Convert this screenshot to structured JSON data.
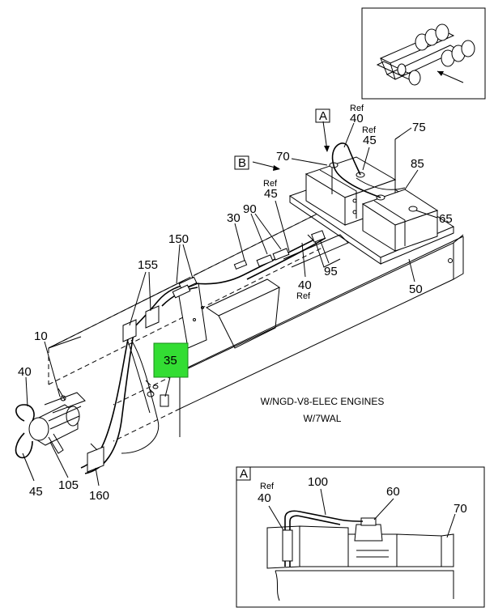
{
  "callouts": {
    "c75": "75",
    "c70": "70",
    "c85": "85",
    "c65": "65",
    "c50": "50",
    "c95": "95",
    "c90": "90",
    "c30": "30",
    "c150": "150",
    "c155": "155",
    "c10": "10",
    "c40_left": "40",
    "c45_left": "45",
    "c105": "105",
    "c160": "160",
    "c35": "35",
    "ref_40_top": "Ref",
    "c40_top": "40",
    "ref_45_top": "Ref",
    "c45_top": "45",
    "ref_45_mid": "Ref",
    "c45_mid": "45",
    "c40_mid": "40",
    "ref_40_mid": "Ref"
  },
  "view_markers": {
    "a": "A",
    "b": "B"
  },
  "note": {
    "line1": "W/NGD-V8-ELEC ENGINES",
    "line2": "W/7WAL"
  },
  "detail": {
    "marker": "A",
    "ref": "Ref",
    "c40": "40",
    "c100": "100",
    "c60": "60",
    "c70": "70"
  },
  "colors": {
    "highlight": "#33dd33",
    "line": "#000000",
    "background": "#ffffff"
  }
}
